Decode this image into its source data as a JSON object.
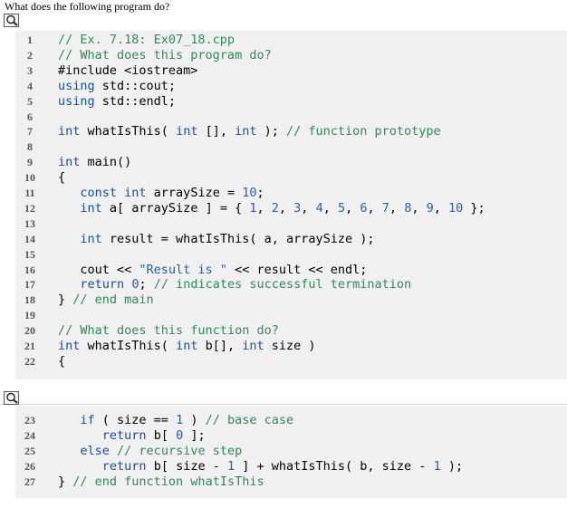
{
  "question": {
    "text": "What does the following program do?"
  },
  "zoom_icon": "magnifier-icon",
  "colors": {
    "panel_bg": "#f0f0f0",
    "comment": "#2f8a57",
    "keyword": "#1a4fa0",
    "number": "#1f5fc0"
  },
  "code_block_1": [
    {
      "num": "1",
      "tokens": [
        [
          "c",
          "// Ex. 7.18: Ex07_18.cpp"
        ]
      ]
    },
    {
      "num": "2",
      "tokens": [
        [
          "c",
          "// What does this program do?"
        ]
      ]
    },
    {
      "num": "3",
      "tokens": [
        [
          "p",
          "#include <iostream>"
        ]
      ]
    },
    {
      "num": "4",
      "tokens": [
        [
          "k",
          "using"
        ],
        [
          "p",
          " std::cout;"
        ]
      ]
    },
    {
      "num": "5",
      "tokens": [
        [
          "k",
          "using"
        ],
        [
          "p",
          " std::endl;"
        ]
      ]
    },
    {
      "num": "6",
      "tokens": []
    },
    {
      "num": "7",
      "tokens": [
        [
          "k",
          "int"
        ],
        [
          "p",
          " whatIsThis( "
        ],
        [
          "k",
          "int"
        ],
        [
          "p",
          " [], "
        ],
        [
          "k",
          "int"
        ],
        [
          "p",
          " ); "
        ],
        [
          "c",
          "// function prototype"
        ]
      ]
    },
    {
      "num": "8",
      "tokens": []
    },
    {
      "num": "9",
      "tokens": [
        [
          "k",
          "int"
        ],
        [
          "p",
          " main()"
        ]
      ]
    },
    {
      "num": "10",
      "tokens": [
        [
          "p",
          "{"
        ]
      ]
    },
    {
      "num": "11",
      "tokens": [
        [
          "p",
          "   "
        ],
        [
          "k",
          "const int"
        ],
        [
          "p",
          " arraySize = "
        ],
        [
          "n",
          "10"
        ],
        [
          "p",
          ";"
        ]
      ]
    },
    {
      "num": "12",
      "tokens": [
        [
          "p",
          "   "
        ],
        [
          "k",
          "int"
        ],
        [
          "p",
          " a[ arraySize ] = { "
        ],
        [
          "n",
          "1"
        ],
        [
          "p",
          ", "
        ],
        [
          "n",
          "2"
        ],
        [
          "p",
          ", "
        ],
        [
          "n",
          "3"
        ],
        [
          "p",
          ", "
        ],
        [
          "n",
          "4"
        ],
        [
          "p",
          ", "
        ],
        [
          "n",
          "5"
        ],
        [
          "p",
          ", "
        ],
        [
          "n",
          "6"
        ],
        [
          "p",
          ", "
        ],
        [
          "n",
          "7"
        ],
        [
          "p",
          ", "
        ],
        [
          "n",
          "8"
        ],
        [
          "p",
          ", "
        ],
        [
          "n",
          "9"
        ],
        [
          "p",
          ", "
        ],
        [
          "n",
          "10"
        ],
        [
          "p",
          " };"
        ]
      ]
    },
    {
      "num": "13",
      "tokens": []
    },
    {
      "num": "14",
      "tokens": [
        [
          "p",
          "   "
        ],
        [
          "k",
          "int"
        ],
        [
          "p",
          " result = whatIsThis( a, arraySize );"
        ]
      ]
    },
    {
      "num": "15",
      "tokens": []
    },
    {
      "num": "16",
      "tokens": [
        [
          "p",
          "   cout << "
        ],
        [
          "s",
          "\"Result is \""
        ],
        [
          "p",
          " << result << endl;"
        ]
      ]
    },
    {
      "num": "17",
      "tokens": [
        [
          "p",
          "   "
        ],
        [
          "k",
          "return"
        ],
        [
          "p",
          " "
        ],
        [
          "n",
          "0"
        ],
        [
          "p",
          "; "
        ],
        [
          "c",
          "// indicates successful termination"
        ]
      ]
    },
    {
      "num": "18",
      "tokens": [
        [
          "p",
          "} "
        ],
        [
          "c",
          "// end main"
        ]
      ]
    },
    {
      "num": "19",
      "tokens": []
    },
    {
      "num": "20",
      "tokens": [
        [
          "c",
          "// What does this function do?"
        ]
      ]
    },
    {
      "num": "21",
      "tokens": [
        [
          "k",
          "int"
        ],
        [
          "p",
          " whatIsThis( "
        ],
        [
          "k",
          "int"
        ],
        [
          "p",
          " b[], "
        ],
        [
          "k",
          "int"
        ],
        [
          "p",
          " size )"
        ]
      ]
    },
    {
      "num": "22",
      "tokens": [
        [
          "p",
          "{"
        ]
      ]
    }
  ],
  "code_block_2": [
    {
      "num": "23",
      "tokens": [
        [
          "p",
          "   "
        ],
        [
          "k",
          "if"
        ],
        [
          "p",
          " ( size == "
        ],
        [
          "n",
          "1"
        ],
        [
          "p",
          " ) "
        ],
        [
          "c",
          "// base case"
        ]
      ]
    },
    {
      "num": "24",
      "tokens": [
        [
          "p",
          "      "
        ],
        [
          "k",
          "return"
        ],
        [
          "p",
          " b[ "
        ],
        [
          "n",
          "0"
        ],
        [
          "p",
          " ];"
        ]
      ]
    },
    {
      "num": "25",
      "tokens": [
        [
          "p",
          "   "
        ],
        [
          "k",
          "else"
        ],
        [
          "p",
          " "
        ],
        [
          "c",
          "// recursive step"
        ]
      ]
    },
    {
      "num": "26",
      "tokens": [
        [
          "p",
          "      "
        ],
        [
          "k",
          "return"
        ],
        [
          "p",
          " b[ size - "
        ],
        [
          "n",
          "1"
        ],
        [
          "p",
          " ] + whatIsThis( b, size - "
        ],
        [
          "n",
          "1"
        ],
        [
          "p",
          " );"
        ]
      ]
    },
    {
      "num": "27",
      "tokens": [
        [
          "p",
          "} "
        ],
        [
          "c",
          "// end function whatIsThis"
        ]
      ]
    }
  ]
}
